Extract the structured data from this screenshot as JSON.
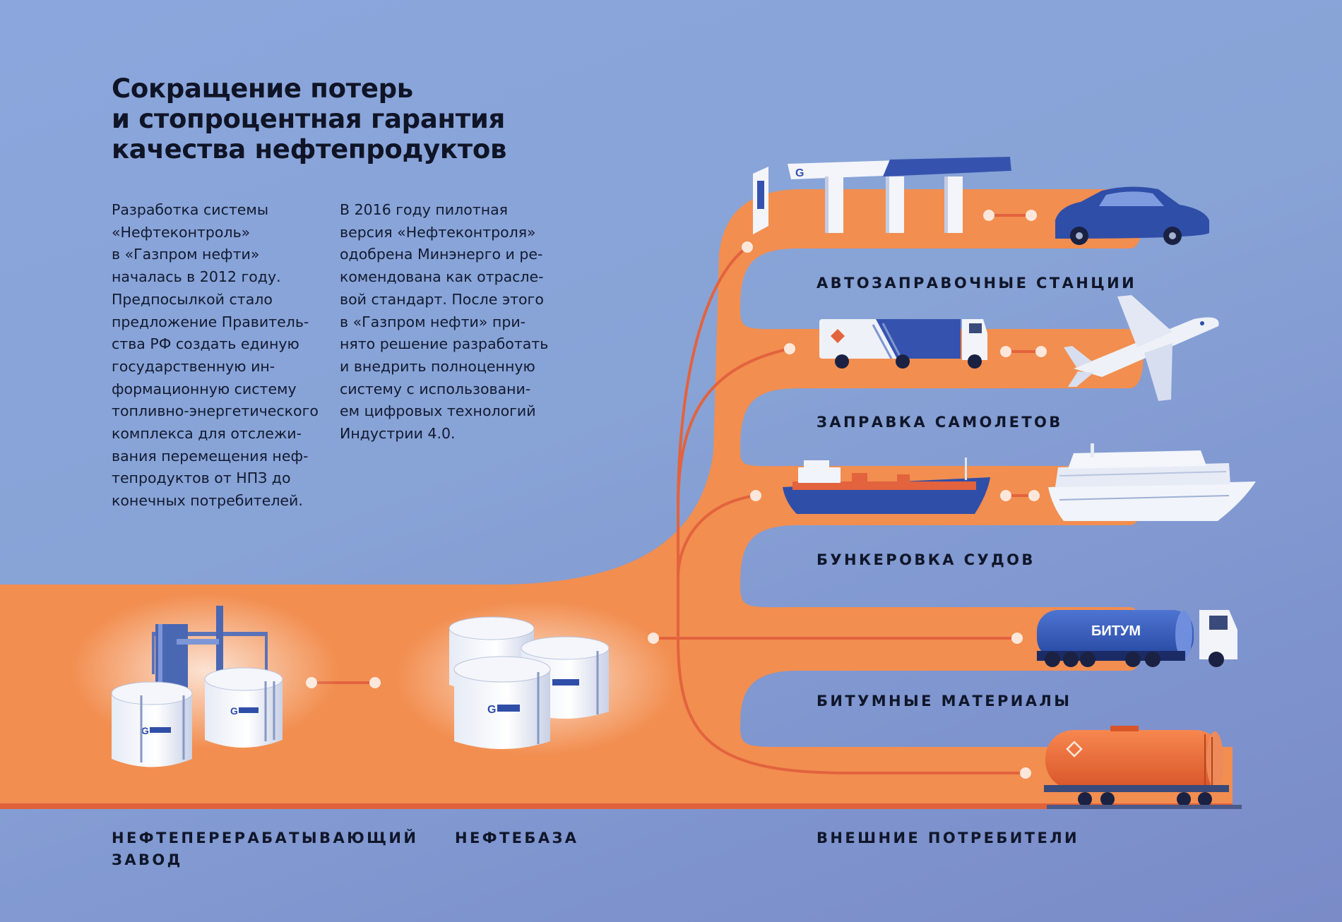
{
  "title_lines": [
    "Сокращение потерь",
    "и стопроцентная гарантия",
    "качества нефтепродуктов"
  ],
  "intro_col1": [
    "Разработка системы",
    "«Нефтеконтроль»",
    "в «Газпром нефти»",
    "началась в 2012 году.",
    "Предпосылкой стало",
    "предложение Правитель-",
    "ства РФ создать единую",
    "государственную ин-",
    "формационную систему",
    "топливно-энергетического",
    "комплекса для отслежи-",
    "вания перемещения неф-",
    "тепродуктов от НПЗ до",
    "конечных потребителей."
  ],
  "intro_col2": [
    "В 2016 году пилотная",
    "версия «Нефтеконтроля»",
    "одобрена Минэнерго и ре-",
    "комендована как отрасле-",
    "вой стандарт. После этого",
    "в «Газпром нефти» при-",
    "нято решение разработать",
    "и внедрить полноценную",
    "систему с использовани-",
    "ем цифровых технологий",
    "Индустрии 4.0."
  ],
  "branches": {
    "gas_stations": "АВТОЗАПРАВОЧНЫЕ СТАНЦИИ",
    "aircraft": "ЗАПРАВКА САМОЛЕТОВ",
    "ships": "БУНКЕРОВКА СУДОВ",
    "bitumen": "БИТУМНЫЕ МАТЕРИАЛЫ"
  },
  "stages": {
    "refinery": [
      "НЕФТЕПЕРЕРАБАТЫВАЮЩИЙ",
      "ЗАВОД"
    ],
    "depot": "НЕФТЕБАЗА",
    "consumers": "ВНЕШНИЕ ПОТРЕБИТЕЛИ"
  },
  "truck_tank_text": "БИТУМ",
  "icons": {
    "refinery": "refinery-icon",
    "depot": "oil-depot-icon",
    "gas_station": "gas-station-icon",
    "car": "car-icon",
    "fuel_truck": "fuel-truck-icon",
    "airplane": "airplane-icon",
    "tanker": "tanker-ship-icon",
    "cruise_ship": "cruise-ship-icon",
    "bitumen_truck": "bitumen-truck-icon",
    "rail_tanker": "rail-tank-car-icon"
  },
  "colors": {
    "background": "#8aa6dc",
    "flow": "#f28e50",
    "flow_line": "#e2633e",
    "node": "#fde7db",
    "brand_blue": "#2f4ea8",
    "text": "#0f1426"
  }
}
